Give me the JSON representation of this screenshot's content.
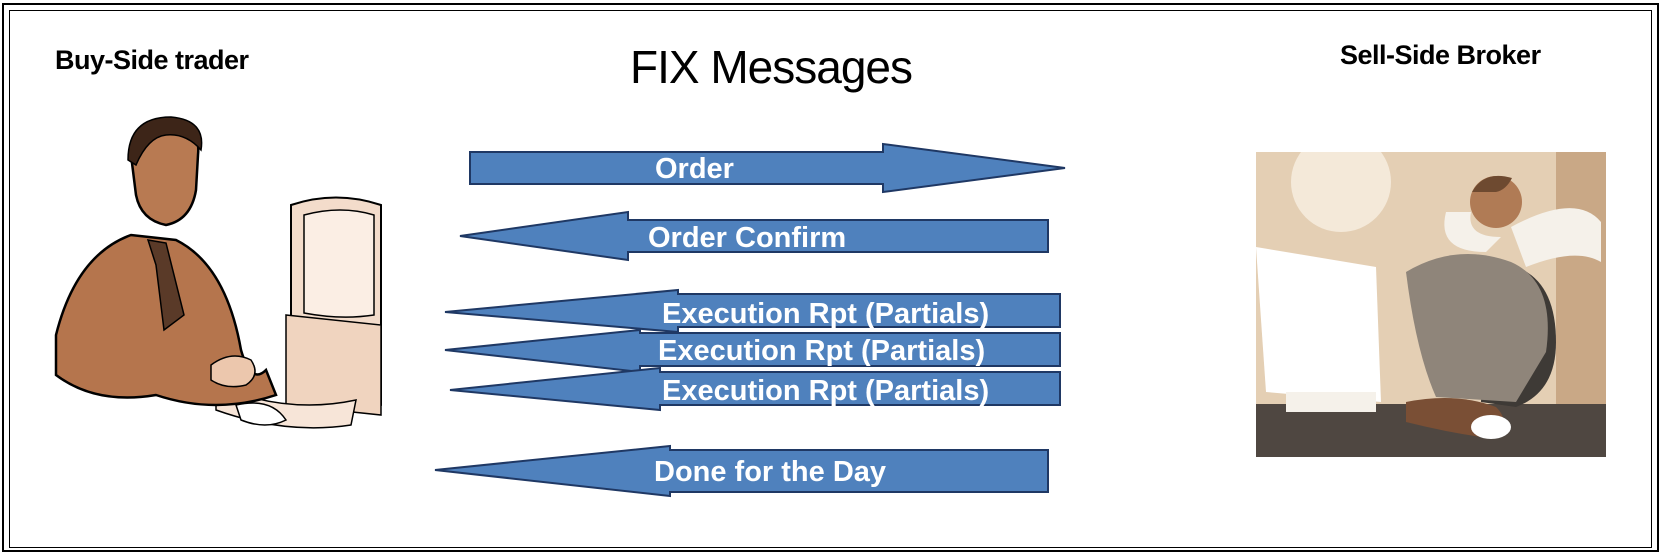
{
  "labels": {
    "buy_side": "Buy-Side trader",
    "sell_side": "Sell-Side Broker",
    "title": "FIX Messages"
  },
  "messages": [
    {
      "label": "Order",
      "direction": "right"
    },
    {
      "label": "Order Confirm",
      "direction": "left"
    },
    {
      "label": "Execution Rpt (Partials)",
      "direction": "left"
    },
    {
      "label": "Execution Rpt (Partials)",
      "direction": "left"
    },
    {
      "label": "Execution Rpt (Partials)",
      "direction": "left"
    },
    {
      "label": "Done for the Day",
      "direction": "left"
    }
  ],
  "colors": {
    "arrow_fill": "#4f81bd",
    "arrow_stroke": "#1f3864",
    "arrow_text": "#ffffff"
  }
}
